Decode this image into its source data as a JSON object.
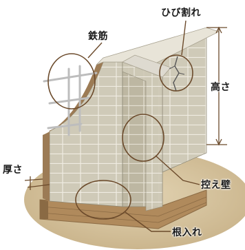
{
  "labels": {
    "crack": "ひび割れ",
    "rebar": "鉄筋",
    "height": "高さ",
    "thickness": "厚さ",
    "buttress": "控え壁",
    "embedment": "根入れ"
  },
  "colors": {
    "ground": "#d8c7a3",
    "block_face": "#cfcab8",
    "block_mortar": "#eeeae0",
    "wall_side": "#9c7b55",
    "wall_top": "#e8e4d8",
    "foundation": "#b08a5c",
    "foundation_dark": "#8a6a44",
    "callout_line": "#6b4a2b",
    "rebar": "#c0c0c0"
  }
}
